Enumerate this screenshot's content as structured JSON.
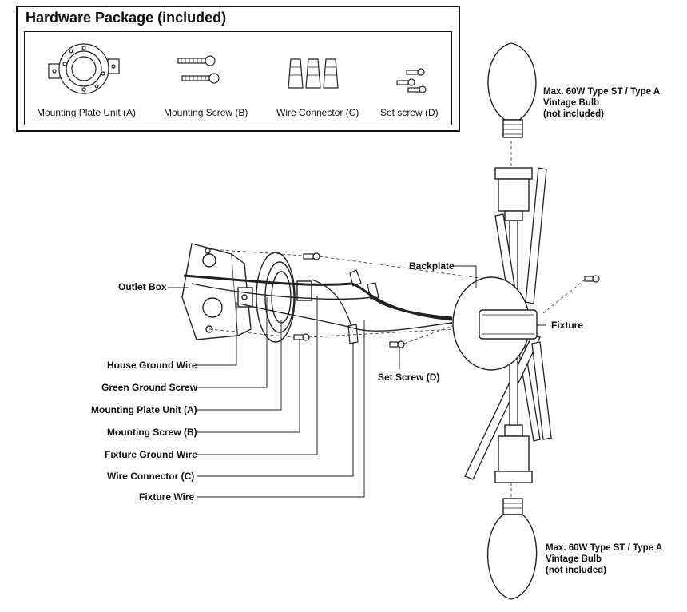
{
  "hardware_package": {
    "title": "Hardware Package (included)",
    "items": [
      {
        "label": "Mounting Plate Unit (A)"
      },
      {
        "label": "Mounting Screw (B)"
      },
      {
        "label": "Wire Connector (C)"
      },
      {
        "label": "Set screw (D)"
      }
    ]
  },
  "labels": {
    "outlet_box": "Outlet Box",
    "backplate": "Backplate",
    "fixture": "Fixture",
    "set_screw": "Set Screw  (D)",
    "house_ground_wire": "House Ground Wire",
    "green_ground_screw": "Green Ground Screw",
    "mounting_plate_unit": "Mounting Plate Unit (A)",
    "mounting_screw": "Mounting Screw (B)",
    "fixture_ground_wire": "Fixture Ground Wire",
    "wire_connector": "Wire Connector (C)",
    "fixture_wire": "Fixture Wire"
  },
  "bulb_notes": {
    "top": [
      "Max. 60W Type ST / Type A",
      "Vintage Bulb",
      "(not included)"
    ],
    "bottom": [
      "Max. 60W Type ST / Type A",
      "Vintage Bulb",
      "(not included)"
    ]
  }
}
